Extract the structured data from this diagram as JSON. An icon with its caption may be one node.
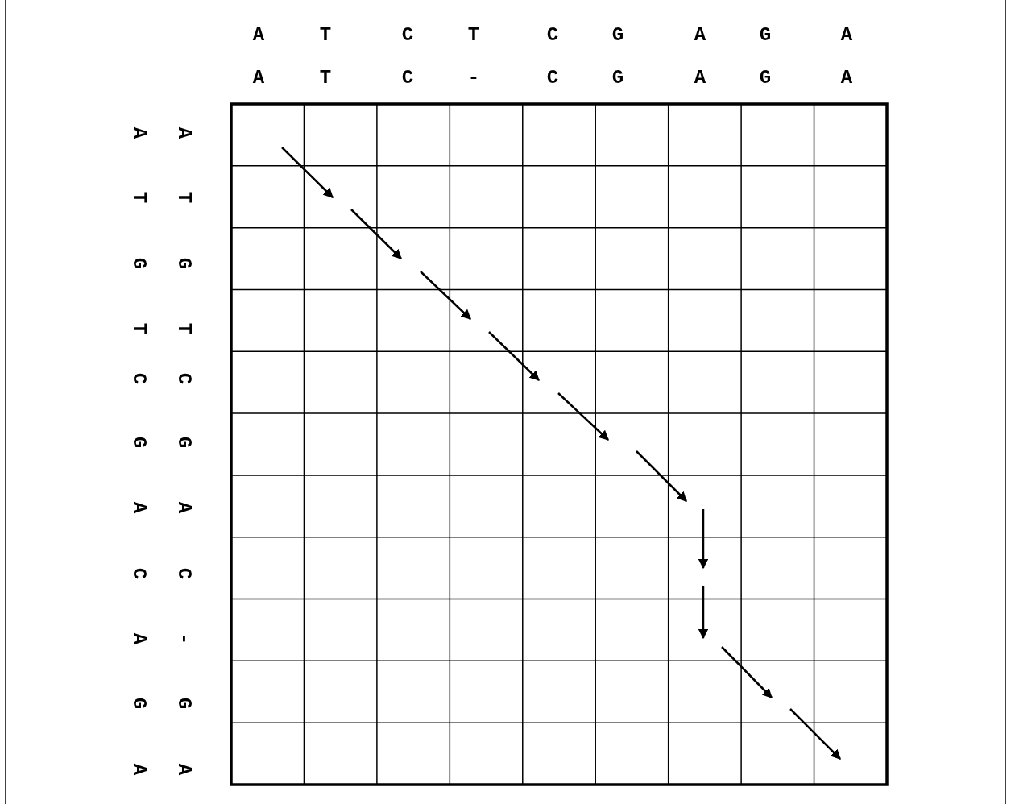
{
  "diagram": {
    "labels": [
      "A",
      "T",
      "C",
      "T",
      "C",
      "G",
      "A",
      "G",
      "A",
      "A",
      "T",
      "C",
      "-",
      "C",
      "G",
      "A",
      "G",
      "A",
      "A",
      "A",
      "T",
      "T",
      "G",
      "G",
      "T",
      "T",
      "C",
      "C",
      "G",
      "G",
      "A",
      "A",
      "C",
      "C",
      "A",
      "-",
      "G",
      "G",
      "A",
      "A"
    ]
  }
}
